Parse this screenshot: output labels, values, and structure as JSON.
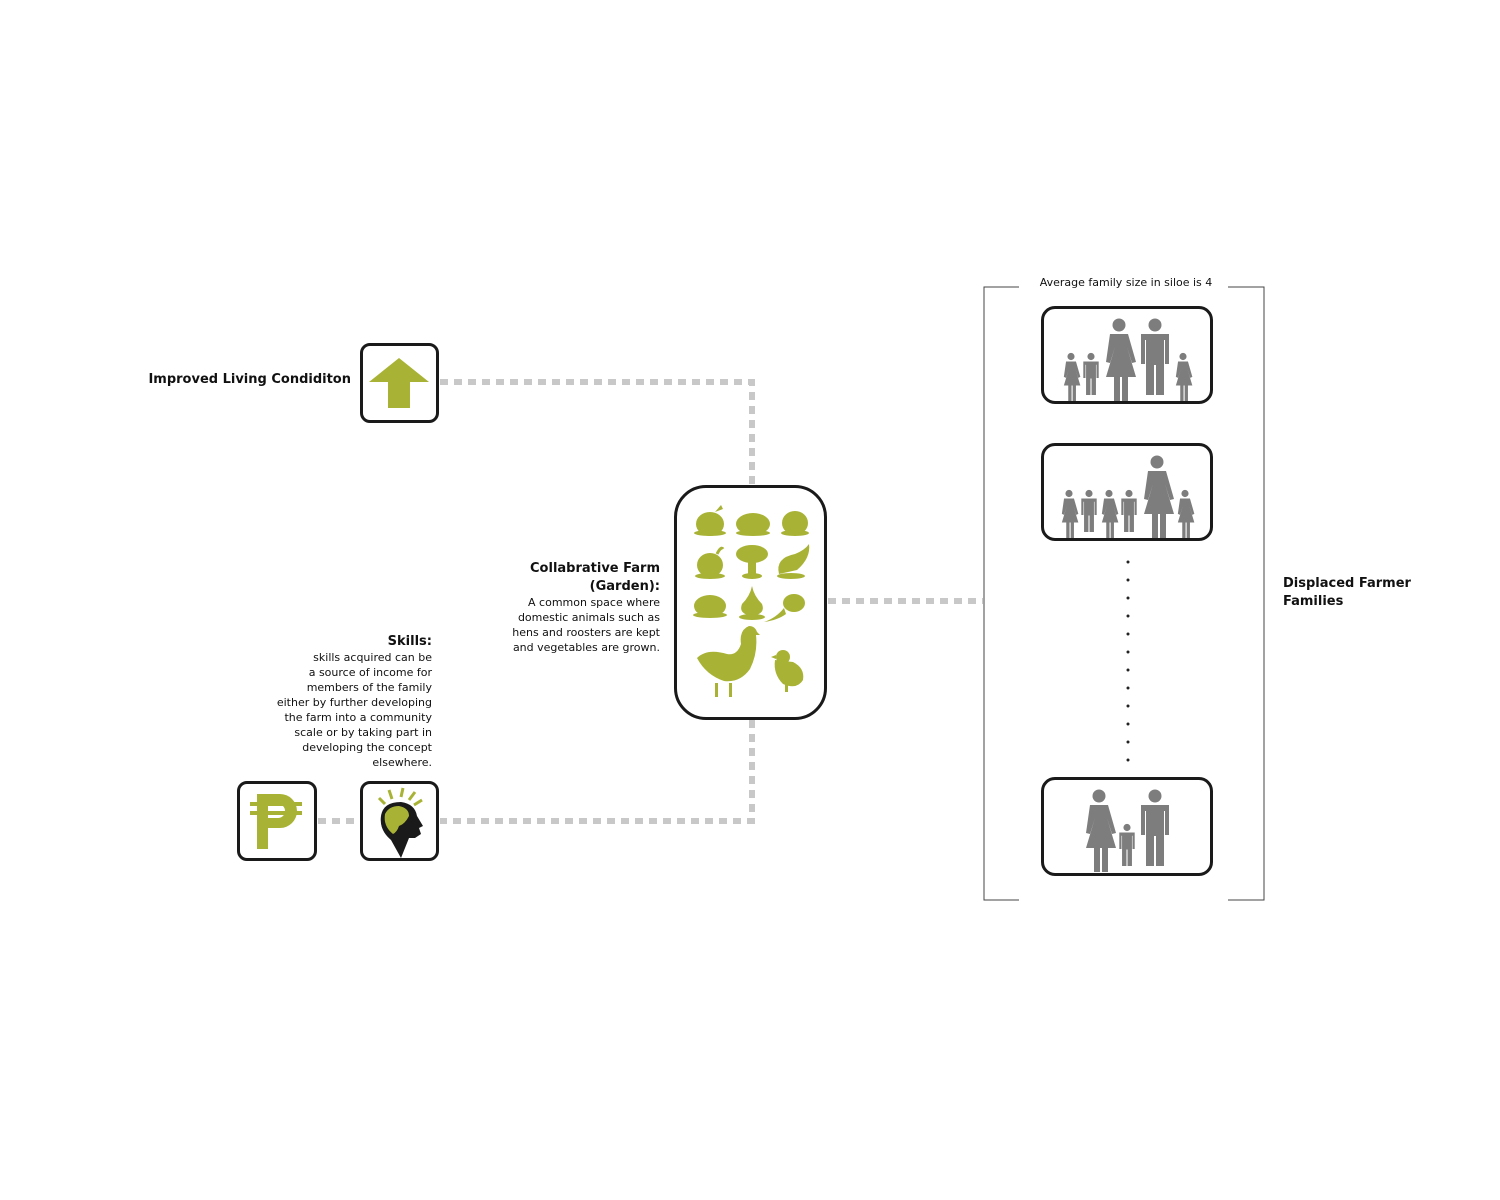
{
  "colors": {
    "accent": "#a8b335",
    "connector": "#c8c8c8",
    "people": "#7d7d7d",
    "outline": "#1a1a1a"
  },
  "improved": {
    "label": "Improved Living Condiditon",
    "icon": "arrow-up-icon"
  },
  "farm": {
    "title_line1": "Collabrative Farm",
    "title_line2": "(Garden):",
    "desc": [
      "A common space where",
      "domestic animals such as",
      "hens and roosters are kept",
      "and vegetables are grown."
    ],
    "icons": [
      "vegetable-icon",
      "potato-icon",
      "tomato-icon",
      "pepper-icon",
      "broccoli-icon",
      "eggplant-icon",
      "squash-icon",
      "garlic-icon",
      "beet-icon",
      "hen-icon",
      "chick-icon"
    ]
  },
  "skills": {
    "title": "Skills:",
    "desc": [
      "skills acquired can be",
      "a source of income for",
      "members of the family",
      "either by further developing",
      "the farm into a community",
      "scale or by taking part in",
      "developing the concept",
      "elsewhere."
    ],
    "icons": [
      "peso-icon",
      "idea-head-icon"
    ]
  },
  "families": {
    "caption": "Average family size in siloe is 4",
    "label_line1": "Displaced Farmer",
    "label_line2": "Families",
    "groups": [
      [
        "girl",
        "boy",
        "woman",
        "man",
        "girl"
      ],
      [
        "girl",
        "boy",
        "girl",
        "boy",
        "woman",
        "girl"
      ],
      [
        "woman",
        "boy",
        "man"
      ]
    ]
  }
}
